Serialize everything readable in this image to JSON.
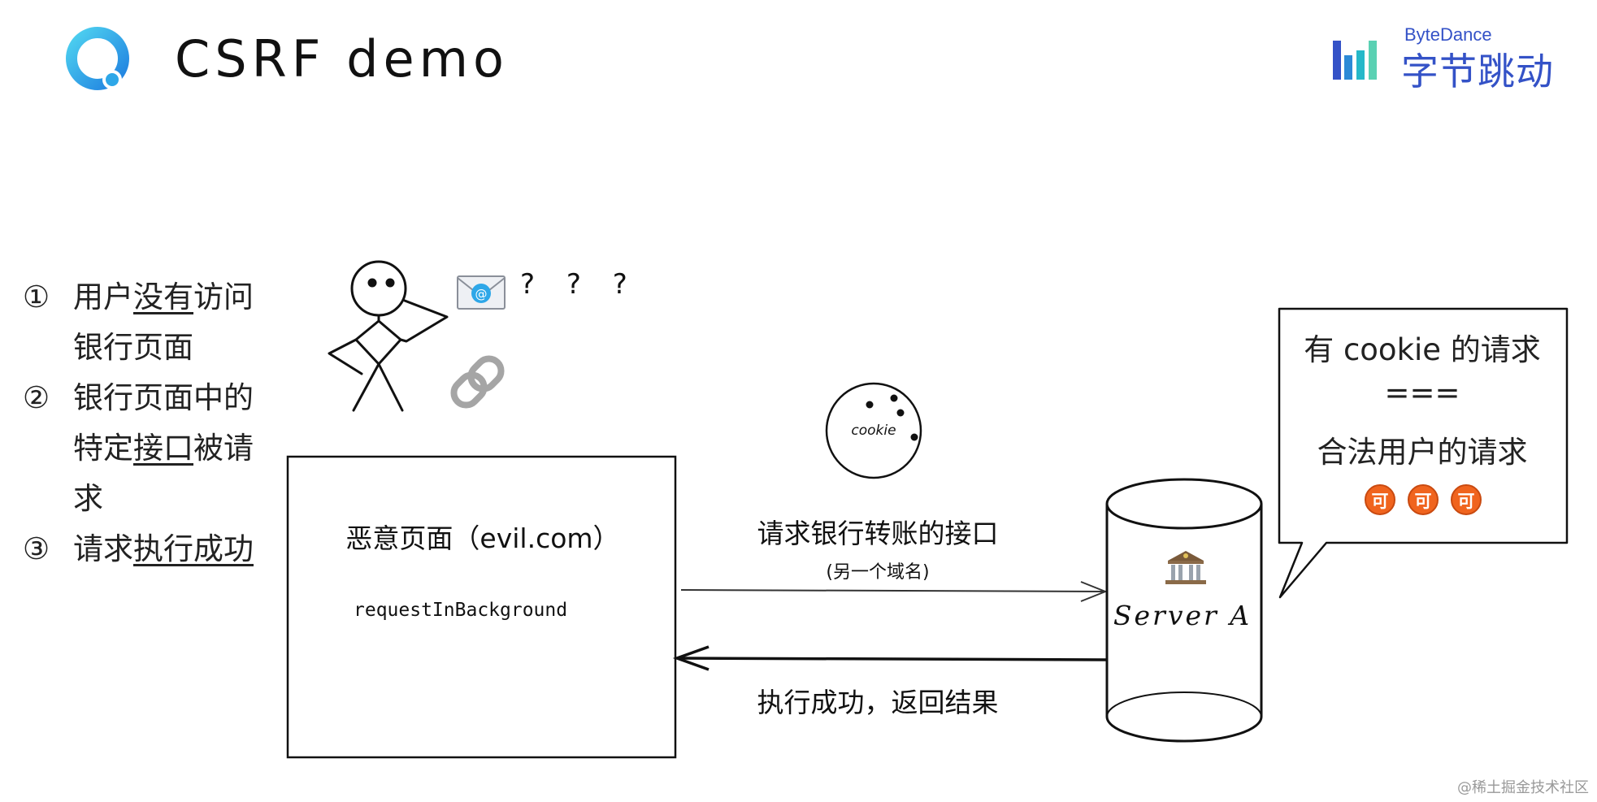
{
  "header": {
    "title": "CSRF demo",
    "brand_en": "ByteDance",
    "brand_cn": "字节跳动"
  },
  "steps": [
    {
      "num": "①",
      "parts": [
        {
          "t": "用户",
          "u": false
        },
        {
          "t": "没有",
          "u": true
        },
        {
          "t": "访问银行页面",
          "u": false
        }
      ]
    },
    {
      "num": "②",
      "parts": [
        {
          "t": "银行页面中的特定",
          "u": false
        },
        {
          "t": "接口",
          "u": true
        },
        {
          "t": "被请求",
          "u": false
        }
      ]
    },
    {
      "num": "③",
      "parts": [
        {
          "t": "请求",
          "u": false
        },
        {
          "t": "执行成功",
          "u": true
        }
      ]
    }
  ],
  "actor": {
    "question_marks": "? ? ?"
  },
  "evil_page": {
    "title": "恶意页面（evil.com）",
    "code": "requestInBackground"
  },
  "cookie": {
    "label": "cookie"
  },
  "request": {
    "label": "请求银行转账的接口",
    "sub_label": "(另一个域名)"
  },
  "response": {
    "label": "执行成功，返回结果"
  },
  "server": {
    "label": "Server A"
  },
  "bubble": {
    "line1": "有 cookie 的请求",
    "line2": "===",
    "line3": "合法用户的请求",
    "badges": [
      "可",
      "可",
      "可"
    ]
  },
  "footer": {
    "watermark": "@稀土掘金技术社区"
  },
  "colors": {
    "brand": "#3452c7",
    "badge": "#f0641e",
    "logo_blue": "#2ea7e8"
  },
  "icons": {
    "logo": "app-logo-icon",
    "mail": "mail-icon",
    "link": "link-icon",
    "bank": "bank-icon",
    "brand_bars": "bytedance-logo-icon"
  }
}
